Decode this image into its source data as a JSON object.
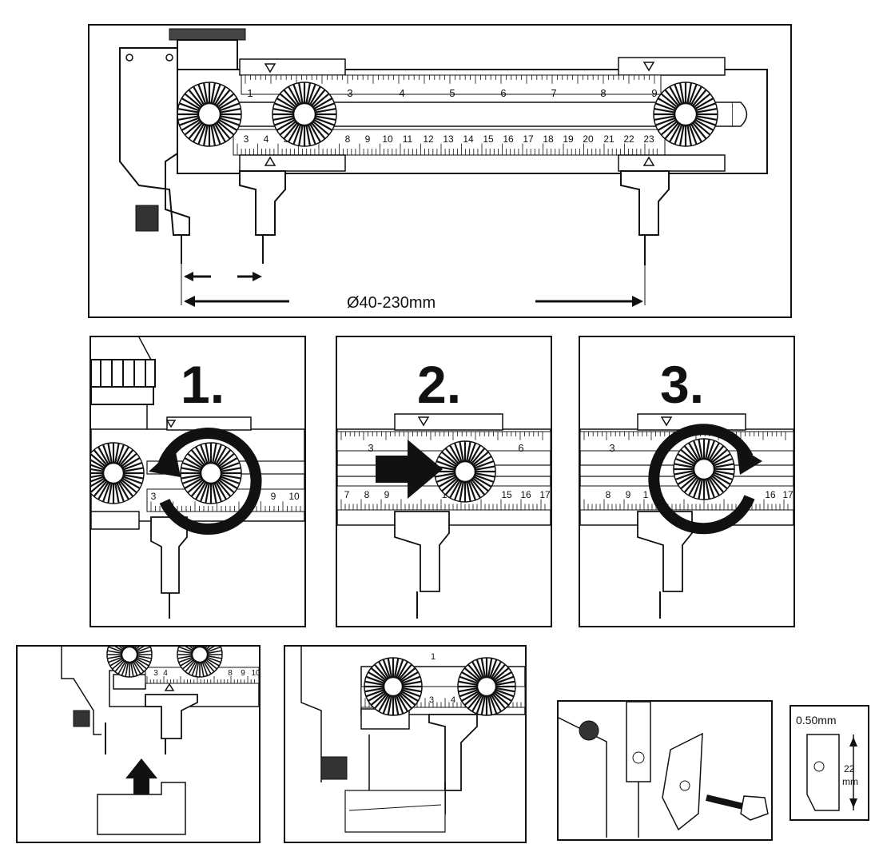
{
  "main_panel": {
    "upper_scale_labels": [
      "1",
      "3",
      "4",
      "5",
      "6",
      "7",
      "8",
      "9"
    ],
    "lower_scale_labels": [
      "3",
      "4",
      "5",
      "8",
      "9",
      "10",
      "11",
      "12",
      "13",
      "14",
      "15",
      "16",
      "17",
      "18",
      "19",
      "20",
      "21",
      "22",
      "23"
    ],
    "diameter_range": "Ø40-230mm"
  },
  "steps": [
    {
      "number": "1.",
      "upper_labels": [],
      "lower_labels": [
        "3",
        "9",
        "10"
      ],
      "action_icon": "rotate-counterclockwise-icon"
    },
    {
      "number": "2.",
      "upper_labels": [
        "3",
        "6"
      ],
      "lower_labels": [
        "7",
        "8",
        "9",
        "1",
        "15",
        "16",
        "17"
      ],
      "action_icon": "push-right-arrow-icon"
    },
    {
      "number": "3.",
      "upper_labels": [
        "3"
      ],
      "lower_labels": [
        "8",
        "9",
        "1",
        "16",
        "17"
      ],
      "action_icon": "rotate-clockwise-icon"
    }
  ],
  "bottom_left": {
    "scale_labels": [
      "3",
      "4",
      "8",
      "9",
      "10"
    ],
    "action_icon": "push-up-arrow-icon"
  },
  "bottom_middle": {
    "scale_labels": [
      "1",
      "3",
      "4"
    ]
  },
  "blade_spec": {
    "thickness": "0.50mm",
    "height_value": "22",
    "height_unit": "mm"
  }
}
